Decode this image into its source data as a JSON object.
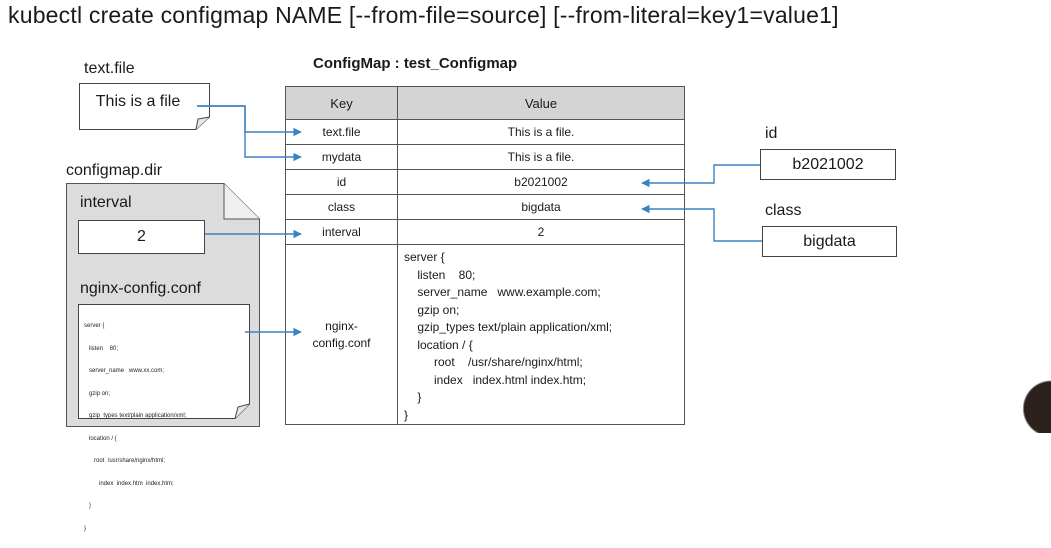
{
  "command": "kubectl create configmap  NAME  [--from-file=source]  [--from-literal=key1=value1]",
  "configmap_title": "ConfigMap : test_Configmap",
  "table": {
    "headers": [
      "Key",
      "Value"
    ],
    "rows": [
      {
        "key": "text.file",
        "value": "This is a file."
      },
      {
        "key": "mydata",
        "value": "This is a file."
      },
      {
        "key": "id",
        "value": "b2021002"
      },
      {
        "key": "class",
        "value": "bigdata"
      },
      {
        "key": "interval",
        "value": "2"
      }
    ],
    "nginx_key_lines": [
      "nginx-",
      "config.conf"
    ],
    "nginx_value_lines": [
      "server {",
      "    listen    80;",
      "    server_name   www.example.com;",
      "    gzip on;",
      "    gzip_types text/plain application/xml;",
      "    location / {",
      "         root    /usr/share/nginx/html;",
      "         index   index.html index.htm;",
      "    }",
      "}"
    ]
  },
  "text_file": {
    "label": "text.file",
    "content": "This is a file"
  },
  "configmap_dir": {
    "label": "configmap.dir",
    "interval_label": "interval",
    "interval_value": "2",
    "nginx_label": "nginx-config.conf",
    "nginx_mini_lines": [
      "server {",
      "   listen    80;",
      "   server_name   www.xx.com;",
      "   gzip on;",
      "   gzip_types text/plain application/xml;",
      "   location / {",
      "      root  /usr/share/nginx/html;",
      "         index  index.htm  index.htm;",
      "   }",
      "}"
    ]
  },
  "literal_id": {
    "label": "id",
    "value": "b2021002"
  },
  "literal_class": {
    "label": "class",
    "value": "bigdata"
  },
  "colors": {
    "arrow": "#3a82c4",
    "header_bg": "#d4d4d4",
    "border": "#444444"
  }
}
